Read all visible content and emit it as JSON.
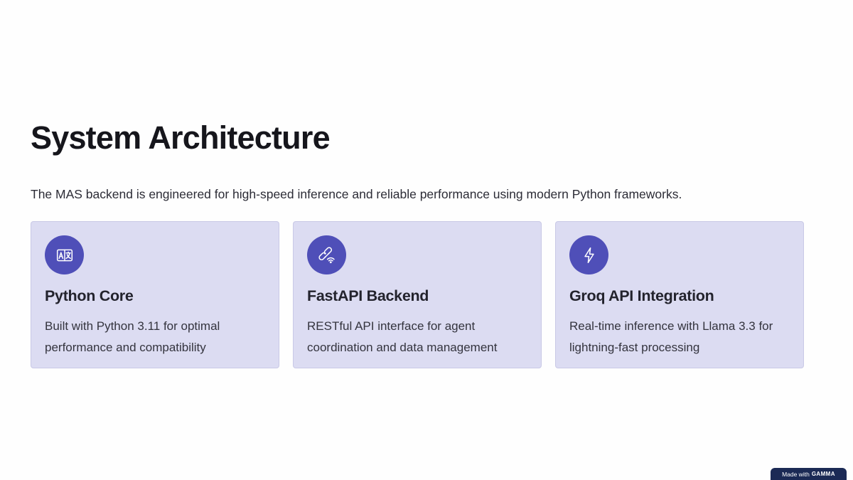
{
  "slide": {
    "title": "System Architecture",
    "subtitle": "The MAS backend is engineered for high-speed inference and reliable performance using modern Python frameworks."
  },
  "cards": [
    {
      "icon": "translate-icon",
      "title": "Python Core",
      "description": "Built with Python 3.11 for optimal performance and compatibility"
    },
    {
      "icon": "connected-link-icon",
      "title": "FastAPI Backend",
      "description": "RESTful API interface for agent coordination and data management"
    },
    {
      "icon": "lightning-bolt-icon",
      "title": "Groq API Integration",
      "description": "Real-time inference with Llama 3.3 for lightning-fast processing"
    }
  ],
  "badge": {
    "prefix": "Made with",
    "brand": "GAMMA"
  },
  "colors": {
    "card_background": "#dcdcf2",
    "icon_circle": "#4f4fb8",
    "badge_background": "#1b2a55"
  }
}
